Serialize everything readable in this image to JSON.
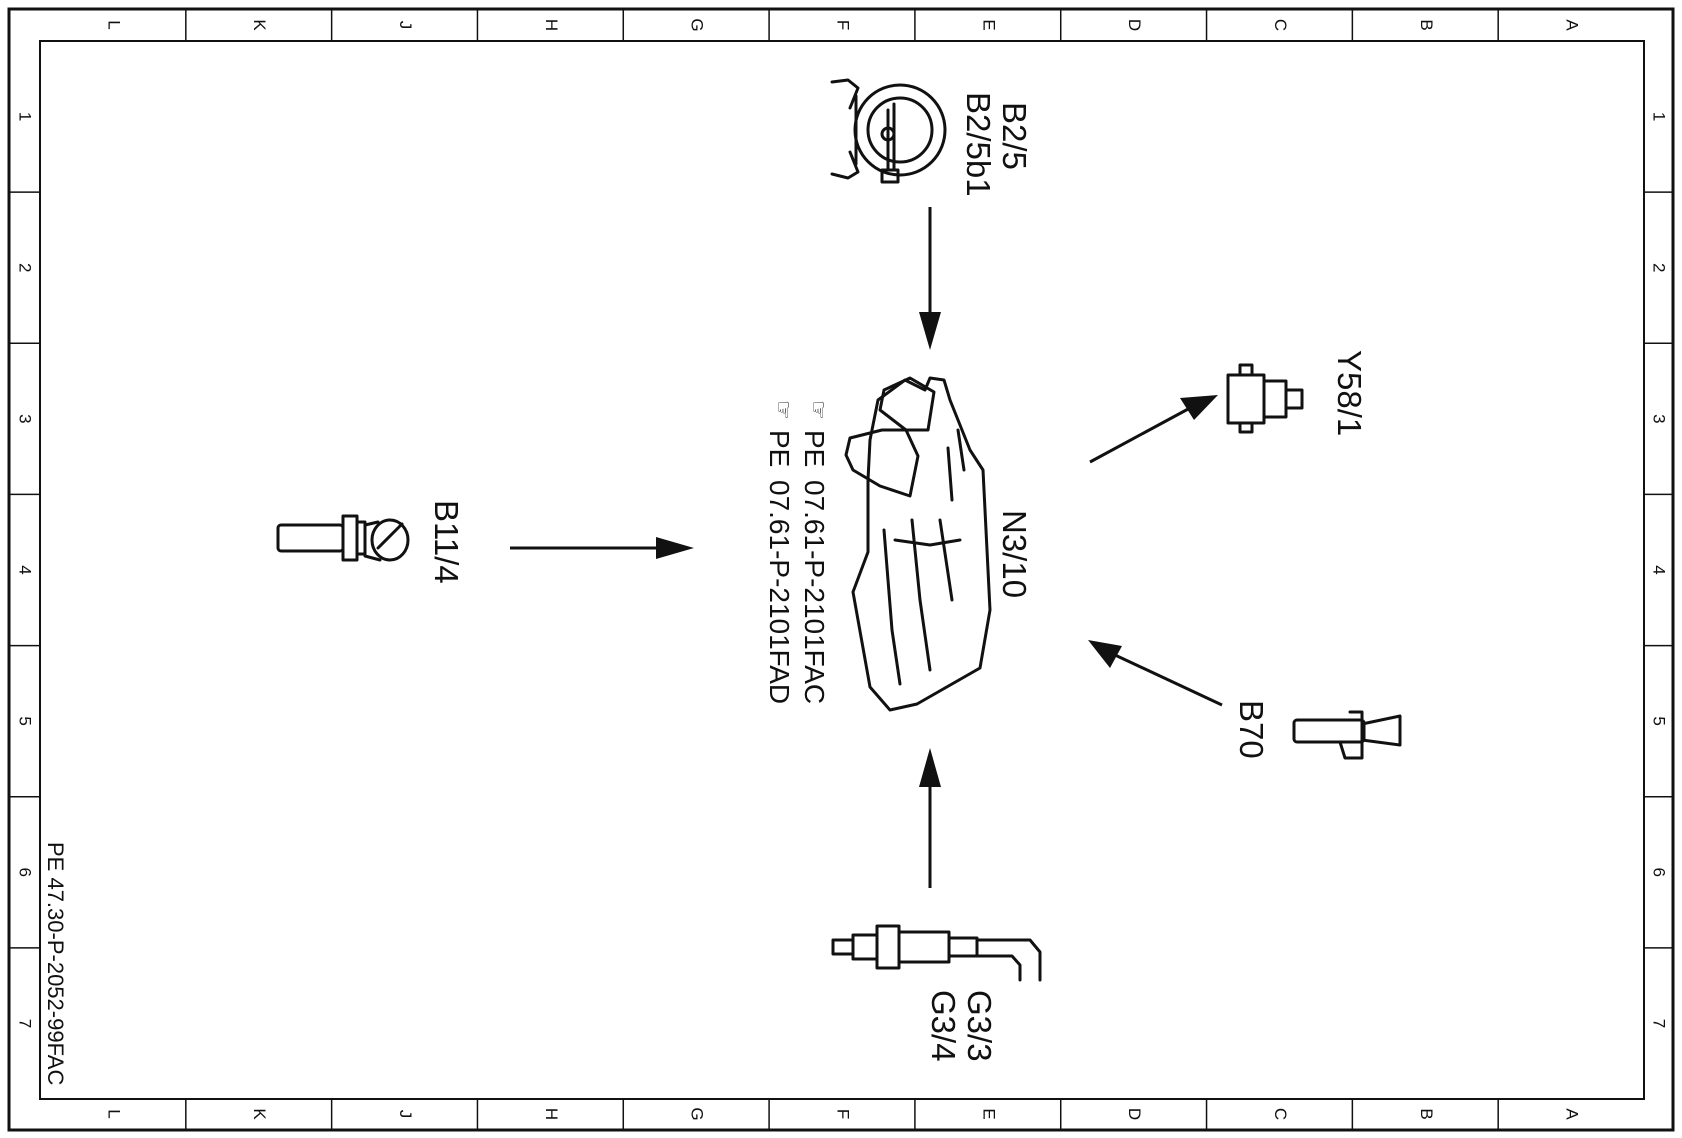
{
  "frame": {
    "columns": [
      "L",
      "K",
      "J",
      "H",
      "G",
      "F",
      "E",
      "D",
      "C",
      "B",
      "A"
    ],
    "rows": [
      "1",
      "2",
      "3",
      "4",
      "5",
      "6",
      "7"
    ]
  },
  "components": {
    "sensor_top": {
      "labels": [
        "B2/5",
        "B2/5b1"
      ]
    },
    "ecu": {
      "label": "N3/10"
    },
    "valve_right": {
      "label": "Y58/1"
    },
    "sensor_left": {
      "label": "B11/4"
    },
    "sensor_bottom_right": {
      "label": "B70"
    },
    "oxygen_sensor": {
      "labels": [
        "G3/3",
        "G3/4"
      ]
    }
  },
  "references": [
    {
      "prefix": "PE",
      "code": "07.61-P-2101FAC"
    },
    {
      "prefix": "PE",
      "code": "07.61-P-2101FAD"
    }
  ],
  "document_code": "PE 47.30-P-2052-99FAC"
}
